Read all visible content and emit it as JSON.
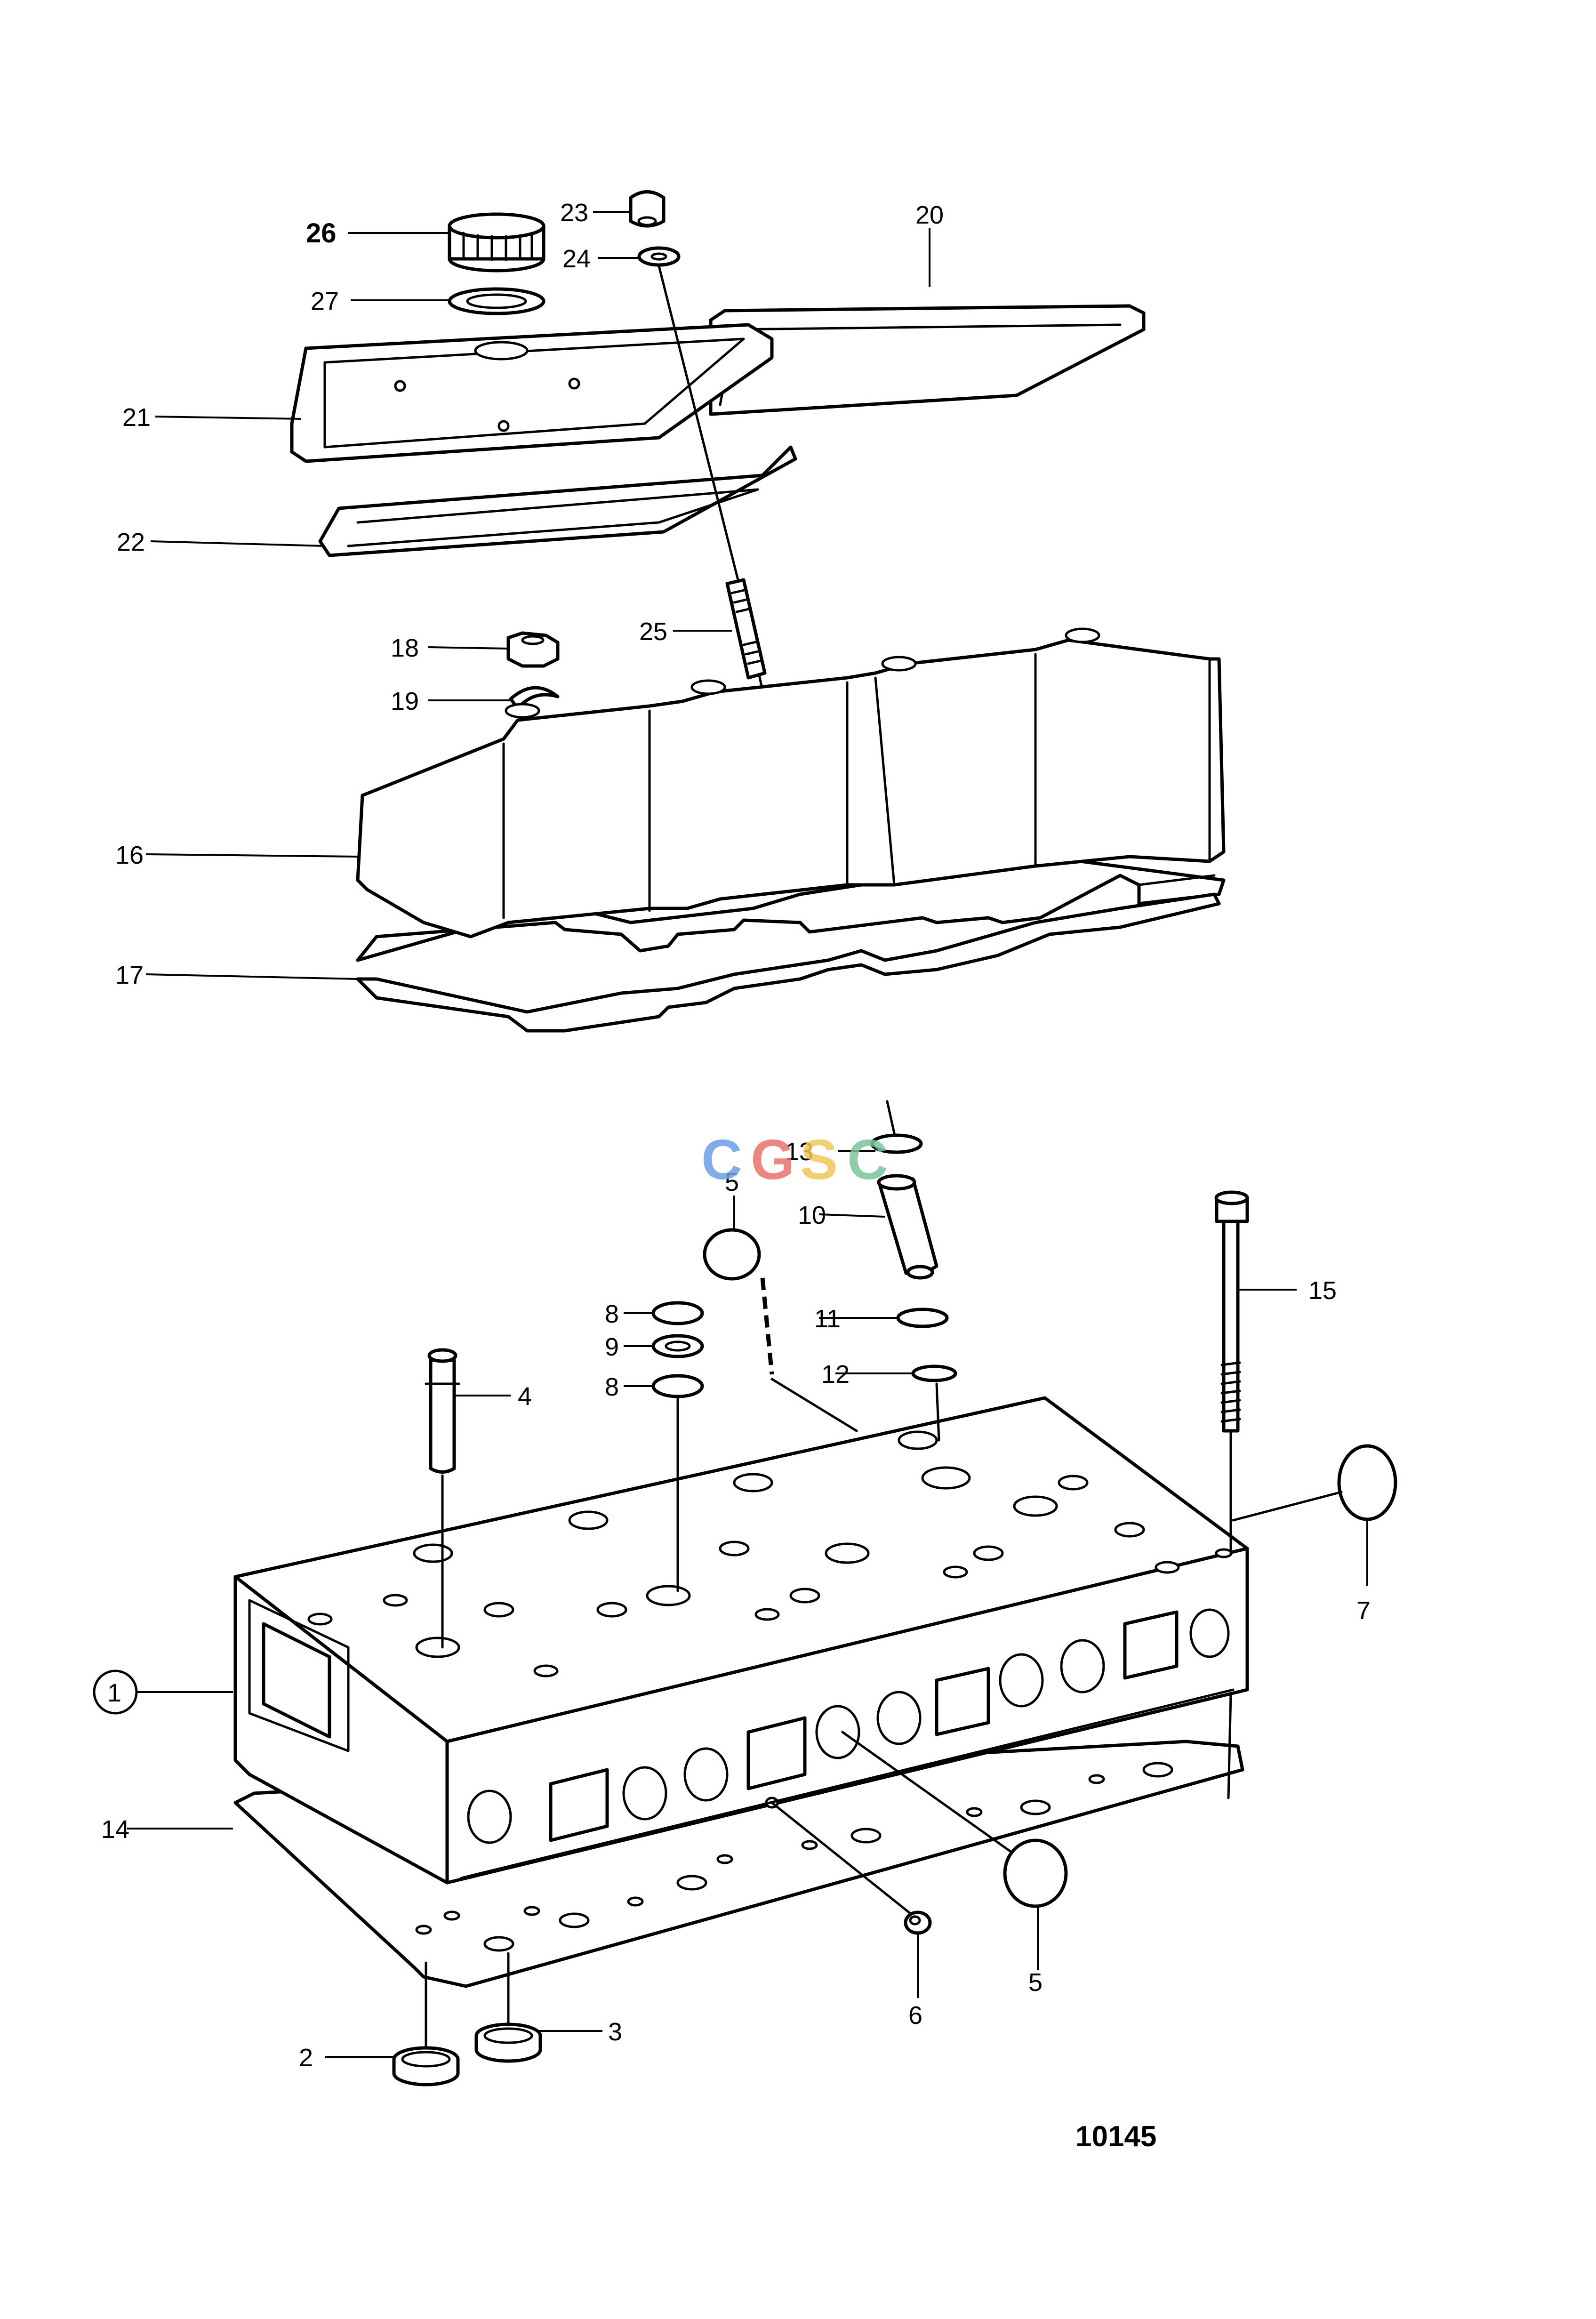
{
  "figure_number": "10145",
  "watermark": {
    "letters": [
      "C",
      "G",
      "S",
      "C"
    ],
    "colors": [
      "#6a9ee6",
      "#e8736a",
      "#f0c85a",
      "#7cc49a"
    ]
  },
  "callouts": {
    "c1": "1",
    "c2": "2",
    "c3": "3",
    "c4": "4",
    "c5a": "5",
    "c5b": "5",
    "c6": "6",
    "c7": "7",
    "c8a": "8",
    "c8b": "8",
    "c9": "9",
    "c10": "10",
    "c11": "11",
    "c12": "12",
    "c13": "13",
    "c14": "14",
    "c15": "15",
    "c16": "16",
    "c17": "17",
    "c18": "18",
    "c19": "19",
    "c20": "20",
    "c21": "21",
    "c22": "22",
    "c23": "23",
    "c24": "24",
    "c25": "25",
    "c26": "26",
    "c27": "27"
  }
}
